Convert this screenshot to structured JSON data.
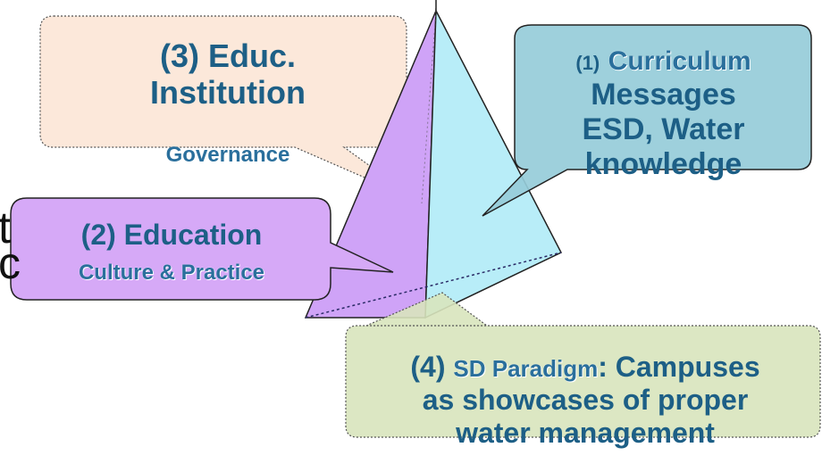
{
  "callouts": {
    "curriculum": {
      "number": "(1)",
      "title": "Curriculum",
      "lines": [
        "Messages",
        "ESD, Water",
        "knowledge"
      ]
    },
    "education": {
      "title": "(2) Education",
      "subtitle": "Culture & Practice"
    },
    "institution": {
      "title_line1": "(3) Educ.",
      "title_line2": "Institution",
      "subtitle": "Governance"
    },
    "paradigm": {
      "number": "(4)",
      "keyword": "SD Paradigm",
      "rest": ": Campuses",
      "line2": "as showcases of proper",
      "line3": "water management"
    }
  },
  "colors": {
    "curriculum_fill": "#96ccd9",
    "education_fill": "#d6a9f7",
    "institution_fill": "#fbe4d4",
    "paradigm_fill": "#d8e4bc",
    "pyramid_left_face": "#cfa3f7",
    "pyramid_right_face": "#b4ecf8",
    "text_blue": "#1d5f86"
  }
}
